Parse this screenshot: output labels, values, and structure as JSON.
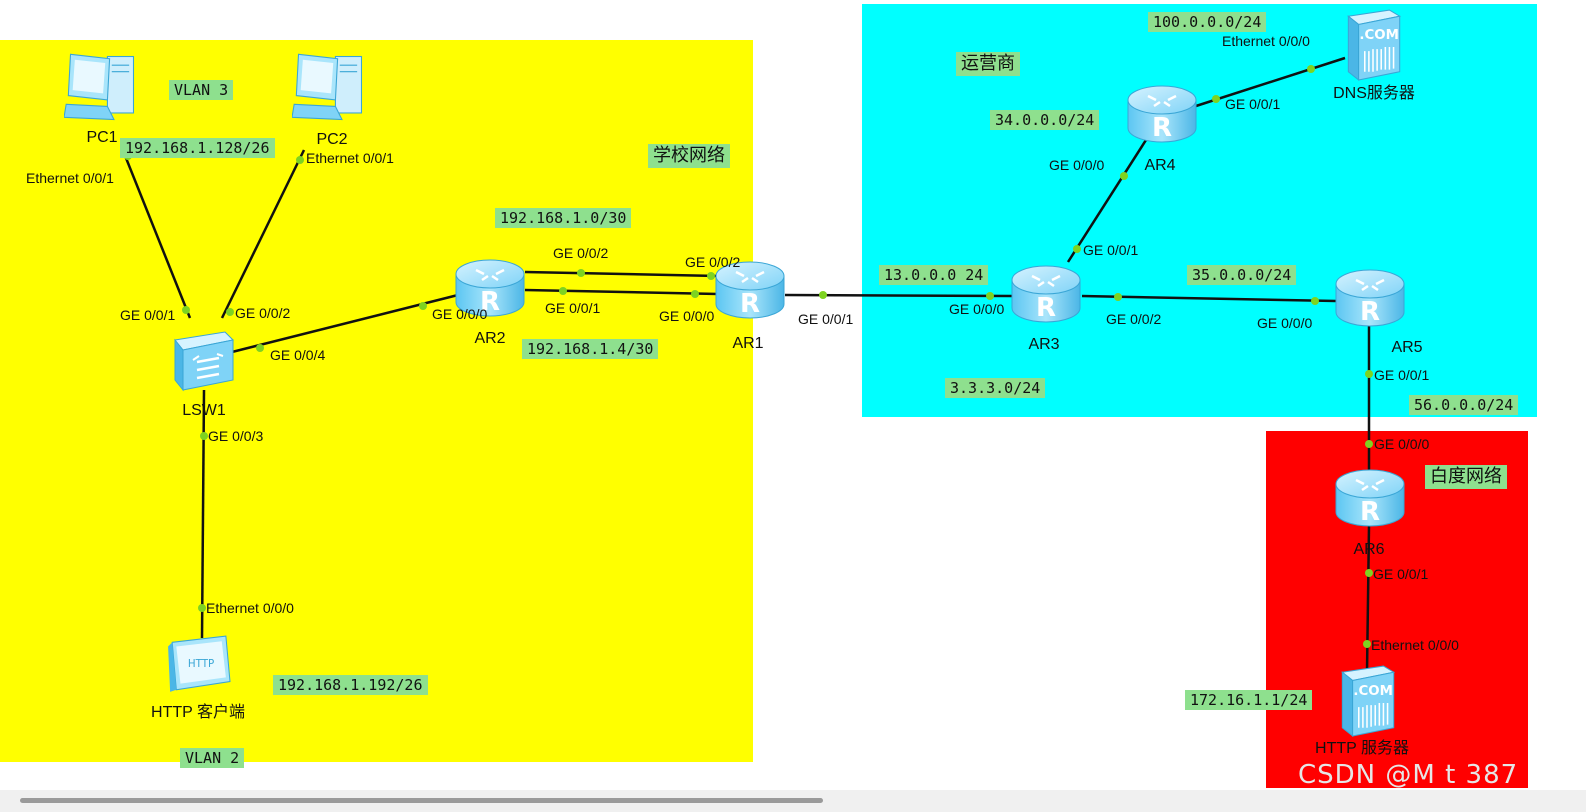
{
  "zones": {
    "school": {
      "name": "学校网络",
      "color": "#ffff00"
    },
    "isp": {
      "name": "运营商",
      "color": "#00ffff"
    },
    "baidu": {
      "name": "白度网络",
      "color": "#ff0000"
    }
  },
  "devices": {
    "pc1": "PC1",
    "pc2": "PC2",
    "lsw1": "LSW1",
    "http_client": "HTTP 客户端",
    "ar1": "AR1",
    "ar2": "AR2",
    "ar3": "AR3",
    "ar4": "AR4",
    "ar5": "AR5",
    "ar6": "AR6",
    "dns_server": "DNS服务器",
    "http_server": "HTTP 服务器"
  },
  "networks": {
    "vlan3": "VLAN 3",
    "vlan3_subnet": "192.168.1.128/26",
    "vlan2": "VLAN 2",
    "vlan2_subnet": "192.168.1.192/26",
    "ar2_ar1_a": "192.168.1.0/30",
    "ar2_ar1_b": "192.168.1.4/30",
    "ar1_ar3": "13.0.0.0 24",
    "ar3_loopback": "3.3.3.0/24",
    "ar3_ar4": "34.0.0.0/24",
    "ar4_dns": "100.0.0.0/24",
    "ar3_ar5": "35.0.0.0/24",
    "ar5_ar6": "56.0.0.0/24",
    "ar6_http": "172.16.1.1/24"
  },
  "ports": {
    "pc1_eth": "Ethernet 0/0/1",
    "pc2_eth": "Ethernet 0/0/1",
    "lsw1_g1": "GE 0/0/1",
    "lsw1_g2": "GE 0/0/2",
    "lsw1_g4": "GE 0/0/4",
    "lsw1_g3": "GE 0/0/3",
    "client_eth": "Ethernet 0/0/0",
    "ar2_g0": "GE 0/0/0",
    "ar2_g2": "GE 0/0/2",
    "ar2_g1": "GE 0/0/1",
    "ar1_g2": "GE 0/0/2",
    "ar1_g0": "GE 0/0/0",
    "ar1_g1": "GE 0/0/1",
    "ar3_g0": "GE 0/0/0",
    "ar3_g1": "GE 0/0/1",
    "ar3_g2": "GE 0/0/2",
    "ar4_g0": "GE 0/0/0",
    "ar4_g1": "GE 0/0/1",
    "dns_eth": "Ethernet 0/0/0",
    "ar5_g0": "GE 0/0/0",
    "ar5_g1": "GE 0/0/1",
    "ar6_g0": "GE 0/0/0",
    "ar6_g1": "GE 0/0/1",
    "http_eth": "Ethernet 0/0/0"
  },
  "icons": {
    "pc": "pc-icon",
    "switch": "switch-icon",
    "router": "router-icon",
    "server": "server-icon",
    "http_client": "http-client-icon"
  },
  "colors": {
    "link": "#111111",
    "port_dot": "#7ed321",
    "label_bg": "#8ee08e",
    "device": "#7fd3f7"
  },
  "watermark": "CSDN @M   t     387"
}
